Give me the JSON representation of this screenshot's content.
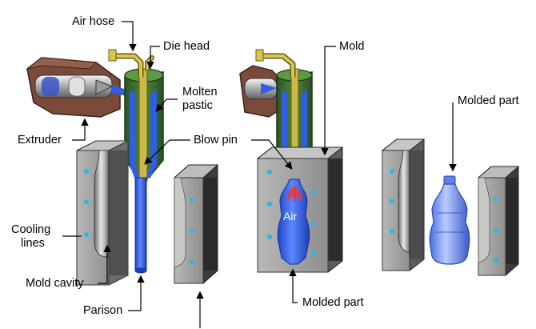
{
  "labels": {
    "air_hose": "Air hose",
    "die_head": "Die head",
    "molten_plastic_line1": "Molten",
    "molten_plastic_line2": "pastic",
    "extruder": "Extruder",
    "blow_pin": "Blow pin",
    "cooling_lines_line1": "Cooling",
    "cooling_lines_line2": "lines",
    "mold_cavity": "Mold cavity",
    "parison": "Parison",
    "mold": "Mold",
    "molded_part_top": "Molded part",
    "molded_part_bottom": "Molded part",
    "air": "Air"
  },
  "colors": {
    "extruder_brown": "#7a4a3a",
    "die_head_green": "#3a6b2c",
    "plastic_blue": "#2f5fe0",
    "brass": "#b5a23a",
    "mold_grey": "#9a9a9a",
    "cooling_dot": "#29b6e8",
    "air_arrow": "#e83a3a"
  },
  "icons": {
    "air_arrow": "red-up-arrows-icon"
  }
}
